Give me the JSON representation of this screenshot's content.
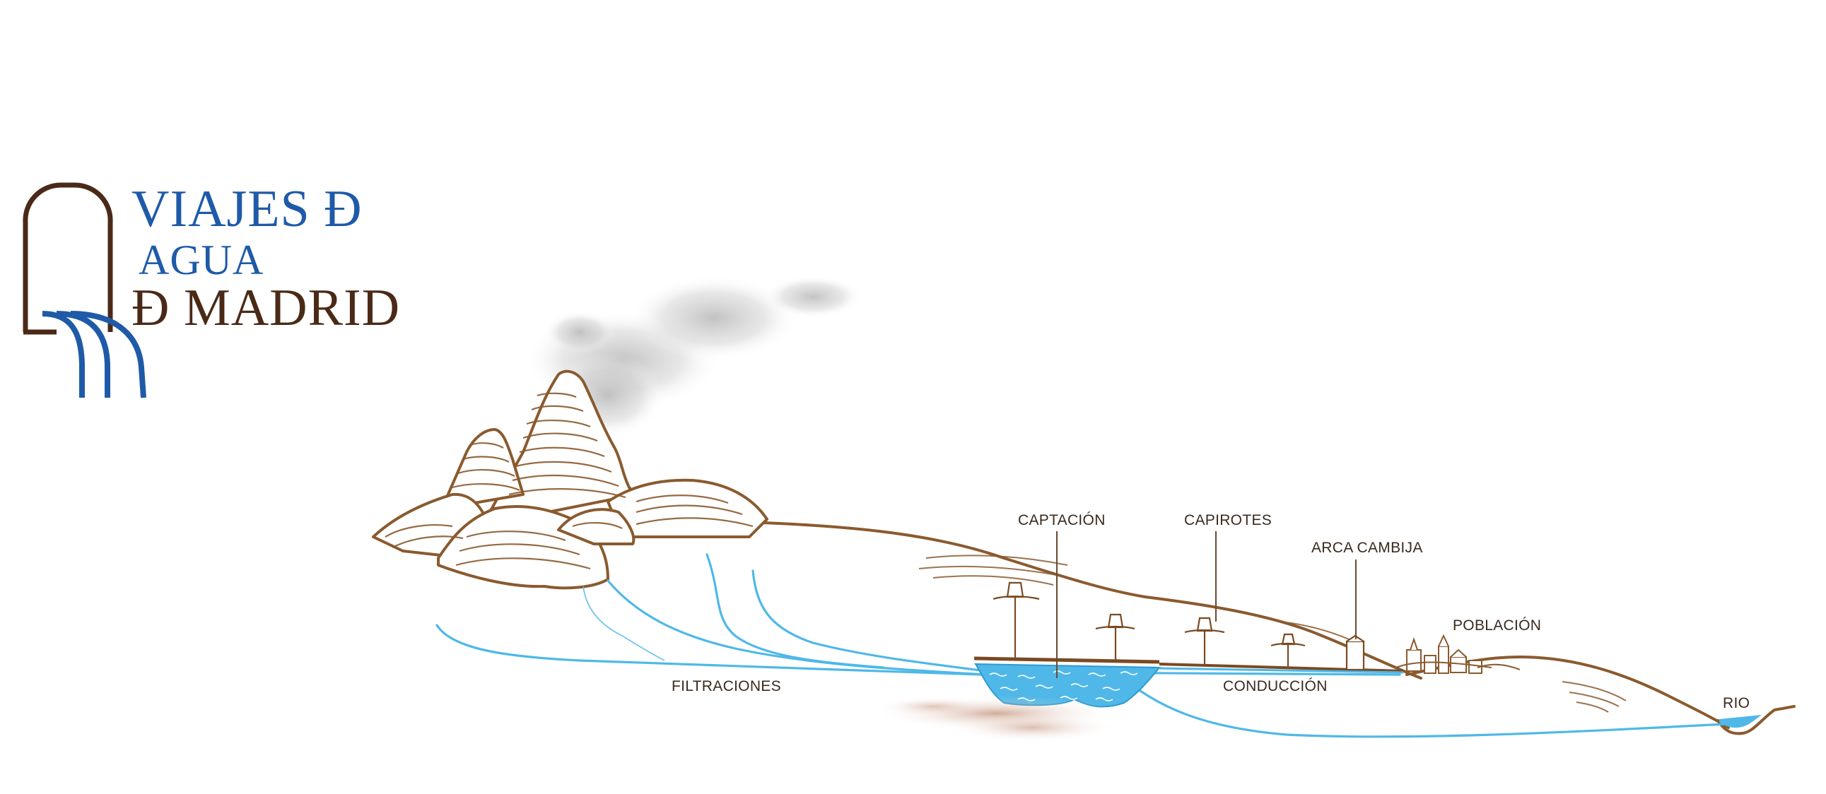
{
  "logo": {
    "line1": "VIAJES Đ",
    "line2": "AGUA",
    "line3": "Đ MADRID",
    "colors": {
      "blue": "#1f5aa8",
      "brown": "#4a2a17"
    }
  },
  "labels": {
    "captacion": "CAPTACIÓN",
    "capirotes": "CAPIROTES",
    "arca_cambija": "ARCA CAMBIJA",
    "poblacion": "POBLACIÓN",
    "filtraciones": "FILTRACIONES",
    "conduccion": "CONDUCCIÓN",
    "rio": "RIO"
  },
  "colors": {
    "terrain": "#8a5a2e",
    "water": "#4fb8e8",
    "label_text": "#3a2a1e",
    "leader_line": "#6b4a30"
  }
}
